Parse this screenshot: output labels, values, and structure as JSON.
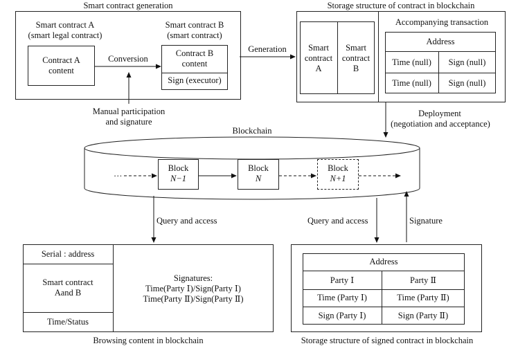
{
  "gen": {
    "title": "Smart contract generation",
    "a_title_1": "Smart contract A",
    "a_title_2": "(smart legal contract)",
    "a_content_1": "Contract A",
    "a_content_2": "content",
    "conversion": "Conversion",
    "b_title_1": "Smart contract B",
    "b_title_2": "(smart contract)",
    "b_content_1": "Contract B",
    "b_content_2": "content",
    "b_sign": "Sign (executor)",
    "manual_1": "Manual participation",
    "manual_2": "and signature"
  },
  "generation": "Generation",
  "storage": {
    "title": "Storage structure of contract in blockchain",
    "sc_a_1": "Smart",
    "sc_a_2": "contract",
    "sc_a_3": "A",
    "sc_b_1": "Smart",
    "sc_b_2": "contract",
    "sc_b_3": "B",
    "accomp": "Accompanying transaction",
    "address": "Address",
    "time_null": "Time (null)",
    "sign_null": "Sign (null)"
  },
  "deploy_1": "Deployment",
  "deploy_2": "(negotiation and acceptance)",
  "chain": {
    "title": "Blockchain",
    "ellipsis": "…",
    "b1_1": "Block",
    "b1_2": "N−1",
    "b2_1": "Block",
    "b2_2": "N",
    "b3_1": "Block",
    "b3_2": "N+1"
  },
  "query_left": "Query and access",
  "query_right": "Query and access",
  "signature": "Signature",
  "browse": {
    "serial": "Serial : address",
    "sc_1": "Smart contract",
    "sc_2": "Aand B",
    "time_status": "Time/Status",
    "sig_1": "Signatures:",
    "sig_2": "Time(Party Ⅰ)/Sign(Party Ⅰ)",
    "sig_3": "Time(Party Ⅱ)/Sign(Party Ⅱ)",
    "caption": "Browsing content in blockchain"
  },
  "signed": {
    "address": "Address",
    "party1": "Party Ⅰ",
    "party2": "Party Ⅱ",
    "time1": "Time (Party Ⅰ)",
    "time2": "Time (Party Ⅱ)",
    "sign1": "Sign (Party Ⅰ)",
    "sign2": "Sign (Party Ⅱ)",
    "caption": "Storage  structure of signed contract in blockchain"
  }
}
